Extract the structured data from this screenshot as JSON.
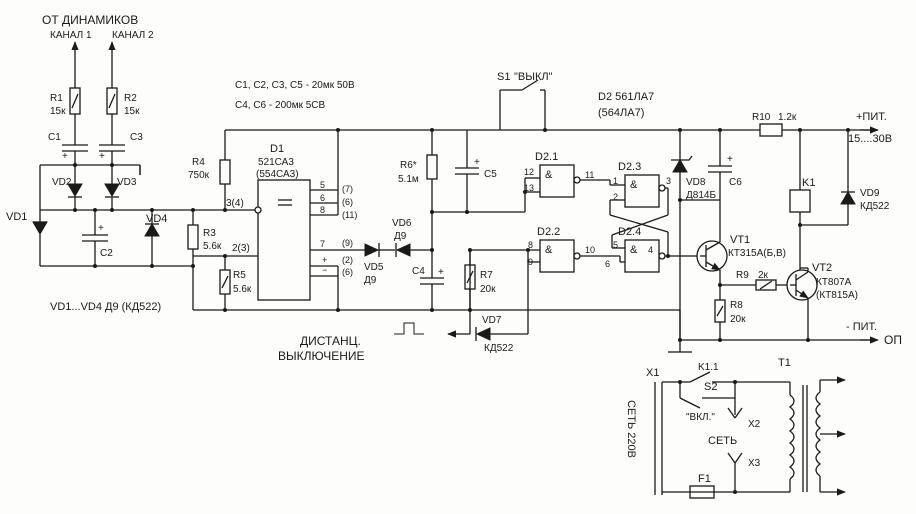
{
  "labels": {
    "from_speakers": "ОТ ДИНАМИКОВ",
    "ch1": "КАНАЛ 1",
    "ch2": "КАНАЛ 2",
    "r1": "R1",
    "r1v": "15к",
    "r2": "R2",
    "r2v": "15к",
    "c1": "C1",
    "c3": "C3",
    "c2": "C2",
    "vd1": "VD1",
    "vd2": "VD2",
    "vd3": "VD3",
    "vd4": "VD4",
    "vd_note": "VD1...VD4  Д9 (КД522)",
    "cap_note1": "C1, C2, C3, C5 - 20мк 50В",
    "cap_note2": "C4, C6 - 200мк 5СВ",
    "r4": "R4",
    "r4v": "750к",
    "r3": "R3",
    "r3v": "5.6к",
    "r5": "R5",
    "r5v": "5.6к",
    "d1": "D1",
    "d1a": "521СА3",
    "d1b": "(554СА3)",
    "p34": "3(4)",
    "p23": "2(3)",
    "p5": "5",
    "p6": "6",
    "p8": "8",
    "p7": "7",
    "p5b": "(7)",
    "p6b": "(6)",
    "p8b": "(11)",
    "p7b": "(9)",
    "p2b": "(2)",
    "p6c": "(6)",
    "vd5": "VD5",
    "vd5v": "Д9",
    "vd6": "VD6",
    "vd6v": "Д9",
    "r6": "R6*",
    "r6v": "5.1м",
    "c4": "C4",
    "c5": "C5",
    "r7": "R7",
    "r7v": "20к",
    "vd7": "VD7",
    "vd7v": "КД522",
    "remote1": "ДИСТАНЦ.",
    "remote2": "ВЫКЛЮЧЕНИЕ",
    "s1": "S1",
    "s1v": "\"ВЫКЛ\"",
    "d2": "D2 561ЛА7",
    "d2b": "(564ЛА7)",
    "d21": "D2.1",
    "d22": "D2.2",
    "d23": "D2.3",
    "d24": "D2.4",
    "amp": "&",
    "g12": "12",
    "g13": "13",
    "g11": "11",
    "g8": "8",
    "g9": "9",
    "g10": "10",
    "g1": "1",
    "g2": "2",
    "g3": "3",
    "g5": "5",
    "g6": "6",
    "g4": "4",
    "g6b": "6",
    "vd8": "VD8",
    "vd8v": "Д814Б",
    "c6": "C6",
    "vt1": "VT1",
    "vt1v": "КТ315А(Б,В)",
    "r9": "R9",
    "r9v": "2к",
    "r8": "R8",
    "r8v": "20к",
    "r10": "R10",
    "r10v": "1.2к",
    "k1": "K1",
    "vd9": "VD9",
    "vd9v": "КД522",
    "vt2": "VT2",
    "vt2v": "КТ807А",
    "vt2b": "(КТ815А)",
    "pos": "+ПИТ.",
    "posv": "15....30В",
    "neg": "- ПИТ.",
    "op": "ОП",
    "x1": "X1",
    "k11": "K1.1",
    "s2": "S2",
    "s2v": "\"ВКЛ.\"",
    "x2": "X2",
    "net": "СЕТЬ",
    "x3": "X3",
    "mains": "СЕТЬ 220В",
    "f1": "F1",
    "t1": "T1"
  }
}
